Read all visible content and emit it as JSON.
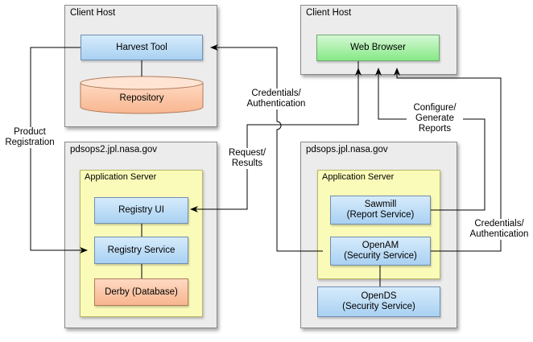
{
  "hosts": {
    "client_left": {
      "title": "Client Host"
    },
    "client_right": {
      "title": "Client Host"
    },
    "pdsops2": {
      "title": "pdsops2.jpl.nasa.gov"
    },
    "pdsops": {
      "title": "pdsops.jpl.nasa.gov"
    }
  },
  "app_servers": {
    "left": {
      "title": "Application Server"
    },
    "right": {
      "title": "Application Server"
    }
  },
  "nodes": {
    "harvest_tool": "Harvest Tool",
    "repository": "Repository",
    "web_browser": "Web Browser",
    "registry_ui": "Registry UI",
    "registry_service": "Registry Service",
    "derby_db": "Derby (Database)",
    "sawmill": {
      "line1": "Sawmill",
      "line2": "(Report Service)"
    },
    "openam": {
      "line1": "OpenAM",
      "line2": "(Security Service)"
    },
    "opends": {
      "line1": "OpenDS",
      "line2": "(Security Service)"
    }
  },
  "edge_labels": {
    "product_registration": {
      "line1": "Product",
      "line2": "Registration"
    },
    "credentials_left": {
      "line1": "Credentials/",
      "line2": "Authentication"
    },
    "request_results": {
      "line1": "Request/",
      "line2": "Results"
    },
    "configure_reports": {
      "line1": "Configure/",
      "line2": "Generate",
      "line3": "Reports"
    },
    "credentials_right": {
      "line1": "Credentials/",
      "line2": "Authentication"
    }
  }
}
